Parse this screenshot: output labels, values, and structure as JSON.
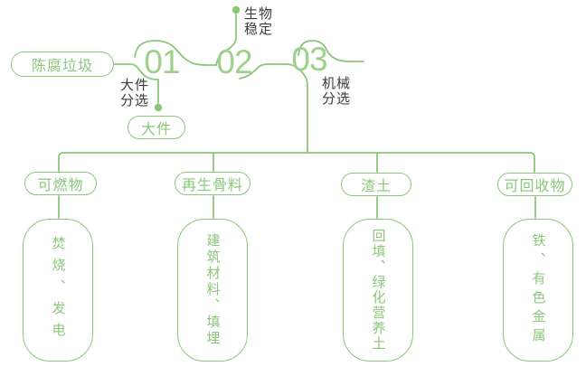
{
  "colors": {
    "line_green": "#8BC77A",
    "number_green": "#9ED28C",
    "label_dark": "#3C3C3C",
    "background": "#FFFFFF"
  },
  "flow": {
    "source": {
      "label": "陈腐垃圾"
    },
    "stages": [
      {
        "number": "01",
        "label": "大件分选",
        "output": "大件"
      },
      {
        "number": "02",
        "label": "生物稳定"
      },
      {
        "number": "03",
        "label": "机械分选"
      }
    ],
    "outputs": [
      {
        "category": "可燃物",
        "detail": "焚烧、发电"
      },
      {
        "category": "再生骨料",
        "detail": "建筑材料、填埋"
      },
      {
        "category": "渣土",
        "detail": "回填、绿化营养土"
      },
      {
        "category": "可回收物",
        "detail": "铁、有色金属"
      }
    ]
  }
}
